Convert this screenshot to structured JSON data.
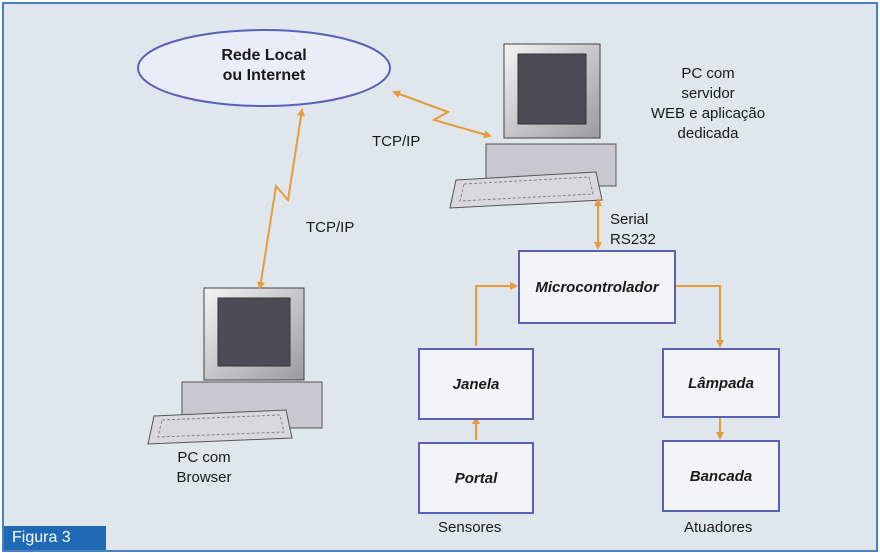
{
  "network": {
    "line1": "Rede Local",
    "line2": "ou Internet"
  },
  "server": {
    "line1": "PC com",
    "line2": "servidor",
    "line3": "WEB e aplicação",
    "line4": "dedicada"
  },
  "client": {
    "line1": "PC com",
    "line2": "Browser"
  },
  "links": {
    "tcp_top": "TCP/IP",
    "tcp_left": "TCP/IP",
    "serial_line1": "Serial",
    "serial_line2": "RS232"
  },
  "blocks": {
    "micro": "Microcontrolador",
    "janela": "Janela",
    "portal": "Portal",
    "lampada": "Lâmpada",
    "bancada": "Bancada"
  },
  "groups": {
    "sensores": "Sensores",
    "atuadores": "Atuadores"
  },
  "figure_label": "Figura 3",
  "colors": {
    "frame": "#4a7fc0",
    "box_border": "#5a5fb8",
    "arrow": "#e89a3c",
    "label_bg": "#1f69b5",
    "ellipse_fill": "#e8edf7"
  }
}
